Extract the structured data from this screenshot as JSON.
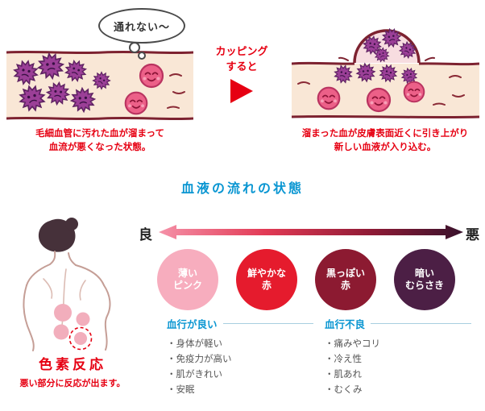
{
  "colors": {
    "red_text": "#e60012",
    "blue_heading": "#0a96d2",
    "vessel_border": "#7d2230",
    "vessel_fill": "#f9e7d6",
    "virus_cell": "#9b3f97",
    "blood_cell": "#ec6088"
  },
  "before": {
    "bubble": "通れない～",
    "caption": [
      "毛細血管に汚れた血が溜まって",
      "血流が悪くなった状態。"
    ]
  },
  "transition": {
    "label": [
      "カッピング",
      "すると"
    ]
  },
  "after": {
    "caption": [
      "溜まった血が皮膚表面近くに引き上がり",
      "新しい血液が入り込む。"
    ]
  },
  "flow": {
    "title": "血液の流れの状態",
    "scale_left": "良",
    "scale_right": "悪",
    "circles": [
      {
        "line1": "薄い",
        "line2": "ピンク",
        "color": "#f7adbe"
      },
      {
        "line1": "鮮やかな",
        "line2": "赤",
        "color": "#e51b2d"
      },
      {
        "line1": "黒っぽい",
        "line2": "赤",
        "color": "#8c1a31"
      },
      {
        "line1": "暗い",
        "line2": "むらさき",
        "color": "#4c1f45"
      }
    ],
    "good": {
      "header": "血行が良い",
      "items": [
        "・身体が軽い",
        "・免疫力が高い",
        "・肌がきれい",
        "・安眠"
      ]
    },
    "bad": {
      "header": "血行不良",
      "items": [
        "・痛みやコリ",
        "・冷え性",
        "・肌あれ",
        "・むくみ"
      ]
    }
  },
  "pigment": {
    "title": "色素反応",
    "caption": "悪い部分に反応が出ます。"
  }
}
